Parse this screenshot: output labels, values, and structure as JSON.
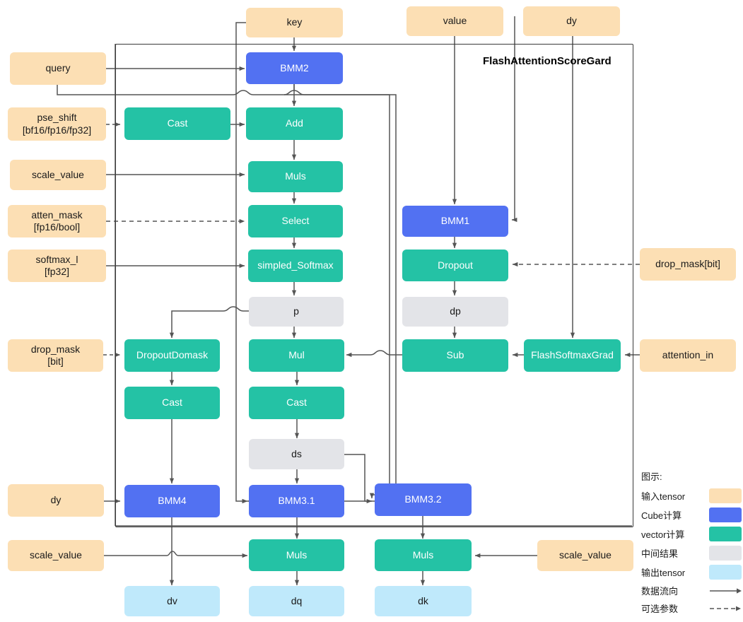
{
  "diagram": {
    "container_title": "FlashAttentionScoreGard",
    "nodes": {
      "key": "key",
      "value": "value",
      "dy_top": "dy",
      "query": "query",
      "pse_shift": "pse_shift\n[bf16/fp16/fp32]",
      "scale_value_1": "scale_value",
      "atten_mask": "atten_mask\n[fp16/bool]",
      "softmax_l": "softmax_l\n[fp32]",
      "drop_mask_left": "drop_mask\n[bit]",
      "drop_mask_right": "drop_mask[bit]",
      "attention_in": "attention_in",
      "dy_left": "dy",
      "scale_value_2": "scale_value",
      "scale_value_3": "scale_value",
      "bmm2": "BMM2",
      "bmm1": "BMM1",
      "bmm4": "BMM4",
      "bmm31": "BMM3.1",
      "bmm32": "BMM3.2",
      "cast_pse": "Cast",
      "add": "Add",
      "muls_1": "Muls",
      "select": "Select",
      "simpled_softmax": "simpled_Softmax",
      "dropout": "Dropout",
      "dropoutdomask": "DropoutDomask",
      "cast_left": "Cast",
      "mul": "Mul",
      "cast_mid": "Cast",
      "sub": "Sub",
      "flashsoftmaxgrad": "FlashSoftmaxGrad",
      "muls_dq": "Muls",
      "muls_dk": "Muls",
      "p": "p",
      "dp": "dp",
      "ds": "ds",
      "dv": "dv",
      "dq": "dq",
      "dk": "dk"
    }
  },
  "legend": {
    "title": "图示:",
    "items": [
      {
        "label": "输入tensor",
        "type": "swatch",
        "color": "#fcdfb4"
      },
      {
        "label": "Cube计算",
        "type": "swatch",
        "color": "#5271f2"
      },
      {
        "label": "vector计算",
        "type": "swatch",
        "color": "#24c2a5"
      },
      {
        "label": "中间结果",
        "type": "swatch",
        "color": "#e3e4e8"
      },
      {
        "label": "输出tensor",
        "type": "swatch",
        "color": "#bfe9fb"
      },
      {
        "label": "数据流向",
        "type": "line-solid",
        "color": "#555555"
      },
      {
        "label": "可选参数",
        "type": "line-dashed",
        "color": "#555555"
      }
    ]
  },
  "colors": {
    "input_tensor": "#fcdfb4",
    "cube": "#5271f2",
    "vector": "#24c2a5",
    "intermediate": "#e3e4e8",
    "output_tensor": "#bfe9fb",
    "edge": "#555555",
    "container_border": "#3a3a3a"
  }
}
